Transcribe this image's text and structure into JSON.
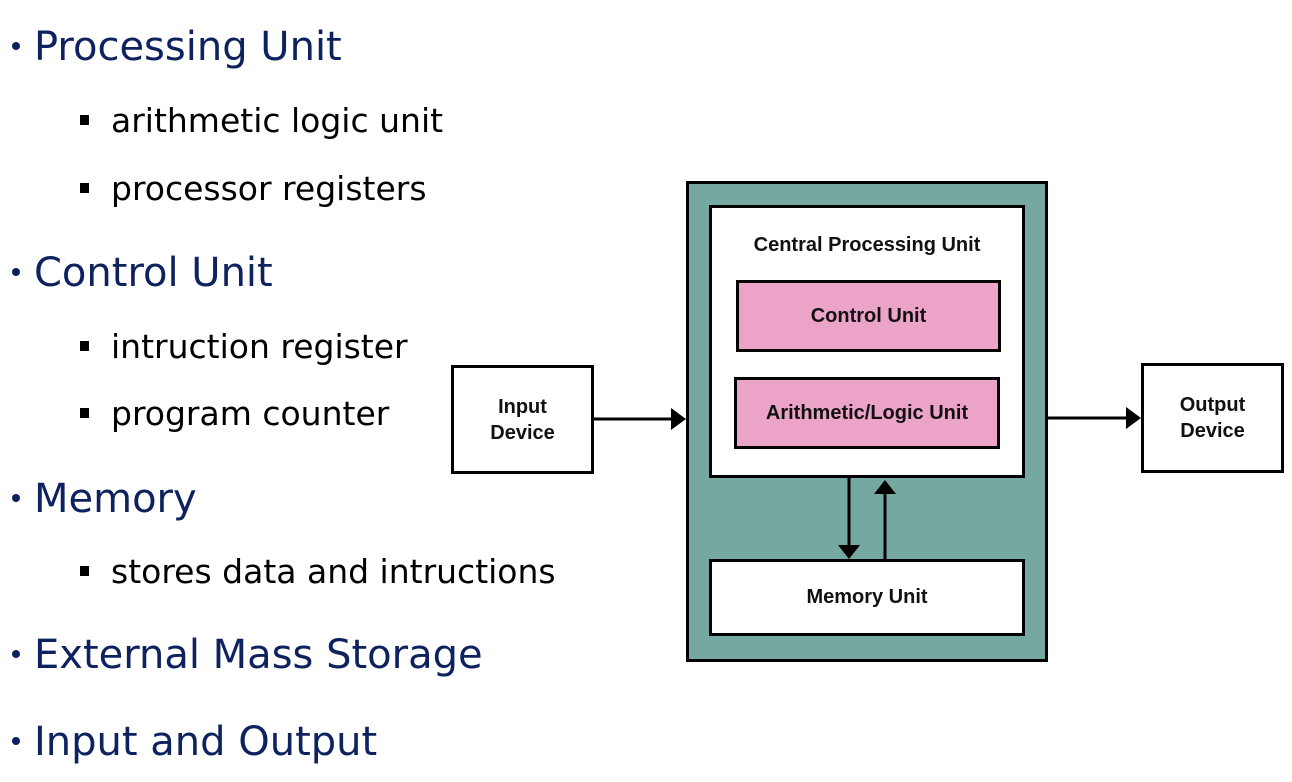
{
  "bullets": [
    {
      "label": "Processing Unit",
      "children": [
        "arithmetic logic unit",
        "processor registers"
      ]
    },
    {
      "label": "Control Unit",
      "children": [
        "intruction register",
        "program counter"
      ]
    },
    {
      "label": "Memory",
      "children": [
        "stores data and intructions"
      ]
    },
    {
      "label": "External Mass Storage",
      "children": []
    },
    {
      "label": "Input and Output",
      "children": []
    }
  ],
  "diagram": {
    "cpu_label": "Central Processing Unit",
    "control_unit_label": "Control Unit",
    "alu_label": "Arithmetic/Logic Unit",
    "memory_unit_label": "Memory Unit",
    "input_device_label_line1": "Input",
    "input_device_label_line2": "Device",
    "output_device_label_line1": "Output",
    "output_device_label_line2": "Device",
    "colors": {
      "system_fill": "#76a8a2",
      "unit_fill": "#eca3c8",
      "bullet_text": "#0f2260"
    }
  }
}
